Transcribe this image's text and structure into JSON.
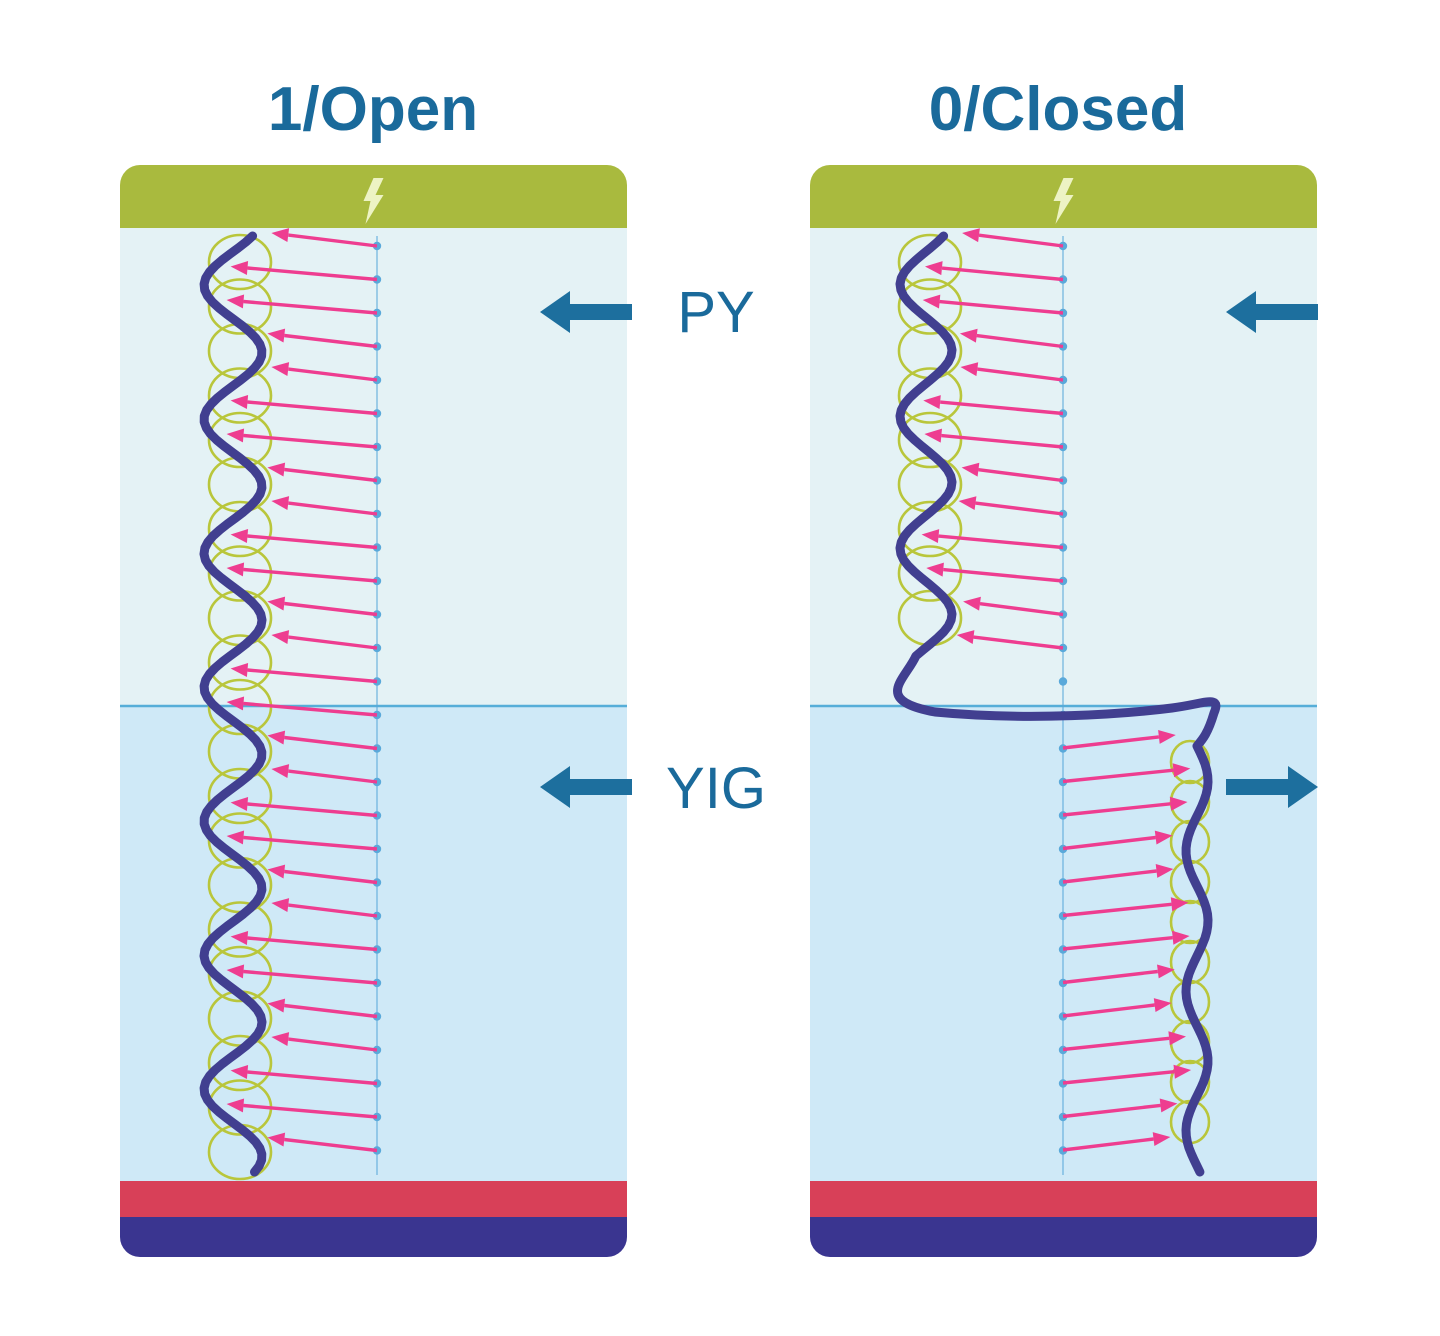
{
  "panels": {
    "open": {
      "title": "1/Open",
      "py_direction": "left",
      "yig_direction": "left"
    },
    "closed": {
      "title": "0/Closed",
      "py_direction": "left",
      "yig_direction": "right"
    }
  },
  "layers": {
    "py": {
      "label": "PY"
    },
    "yig": {
      "label": "YIG"
    }
  },
  "icons": {
    "electrode": "lightning-bolt"
  },
  "colors": {
    "text_accent": "#1a6a9b",
    "block_arrow": "#1d6f9e",
    "electrode_green": "#a9ba3e",
    "lightning": "#edf3c4",
    "py_fill": "#e4f2f5",
    "yig_fill": "#cfe9f7",
    "interface_line": "#56aed8",
    "red_bar": "#d84058",
    "navy_bar": "#3a3590",
    "curve": "#413f90",
    "coil": "#b9c63b",
    "spin": "#ee3d90",
    "dots": "#5aa9da",
    "background": "#ffffff"
  }
}
